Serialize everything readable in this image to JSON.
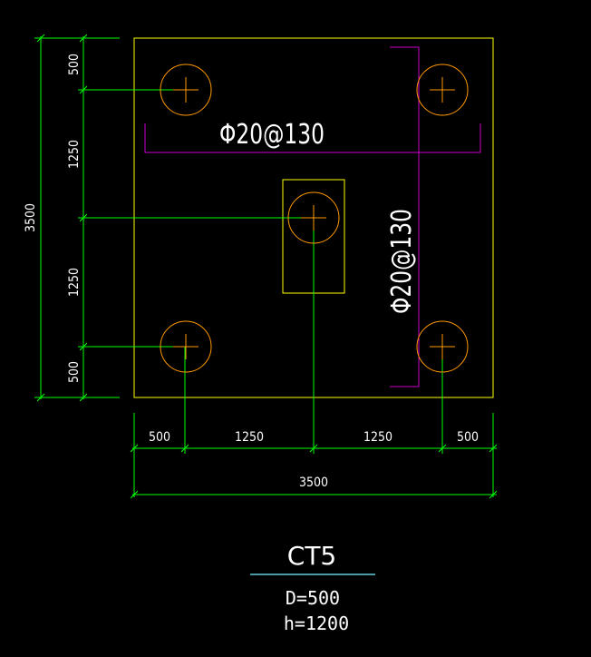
{
  "drawing": {
    "colors": {
      "background": "#000000",
      "dimension": "#00ff00",
      "outline": "#ffff00",
      "pile": "#ff9900",
      "rebar": "#cc00cc",
      "text": "#ffffff",
      "underline": "#66ccdd"
    },
    "rebar_x_label": "Φ20@130",
    "rebar_y_label": "Φ20@130",
    "dims_left_inner": [
      "500",
      "1250",
      "1250",
      "500"
    ],
    "dims_left_total": "3500",
    "dims_bottom_inner": [
      "500",
      "1250",
      "1250",
      "500"
    ],
    "dims_bottom_total": "3500",
    "title": "CT5",
    "notes": [
      "D=500",
      "h=1200"
    ]
  }
}
